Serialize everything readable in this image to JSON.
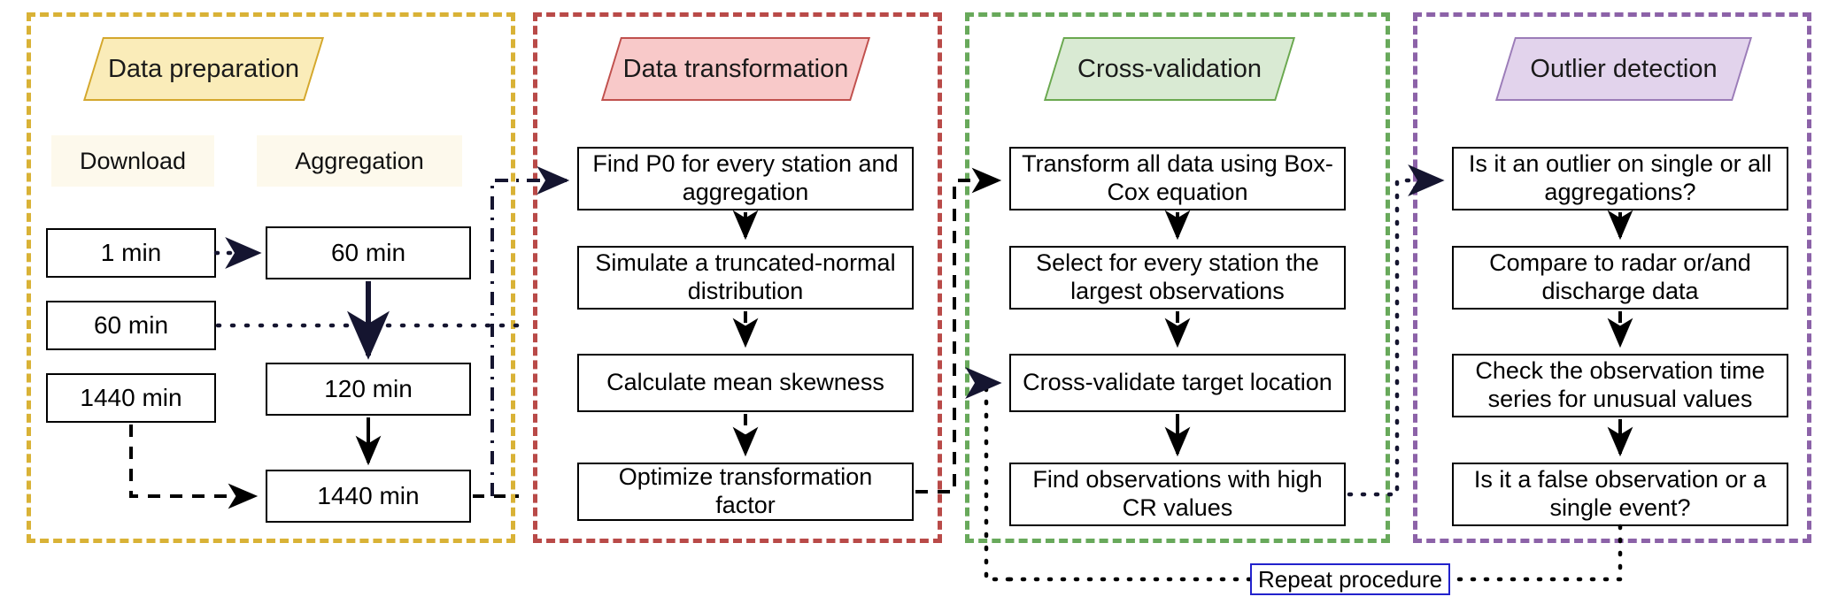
{
  "sections": [
    {
      "id": "data-preparation",
      "title": "Data preparation",
      "border_color": "#d9b236",
      "fill_color": "#faecb9",
      "columns": [
        {
          "id": "download",
          "label": "Download",
          "items": [
            "1 min",
            "60 min",
            "1440 min"
          ]
        },
        {
          "id": "aggregation",
          "label": "Aggregation",
          "items": [
            "60 min",
            "120 min",
            "1440 min"
          ]
        }
      ]
    },
    {
      "id": "data-transformation",
      "title": "Data transformation",
      "border_color": "#b94a48",
      "fill_color": "#f8c9c9",
      "steps": [
        "Find P0 for every station and aggregation",
        "Simulate a truncated-normal distribution",
        "Calculate mean skewness",
        "Optimize transformation factor"
      ]
    },
    {
      "id": "cross-validation",
      "title": "Cross-validation",
      "border_color": "#68a95b",
      "fill_color": "#d9ead3",
      "steps": [
        "Transform all data using Box-Cox equation",
        "Select for every station the largest observations",
        "Cross-validate target location",
        "Find observations with high CR values"
      ]
    },
    {
      "id": "outlier-detection",
      "title": "Outlier detection",
      "border_color": "#8c62a8",
      "fill_color": "#e2d3ec",
      "steps": [
        "Is it an outlier on single or all aggregations?",
        "Compare to radar or/and discharge data",
        "Check the observation time series for unusual values",
        "Is it a false observation or a single event?"
      ]
    }
  ],
  "feedback": {
    "label": "Repeat procedure",
    "color": "#2222cc"
  }
}
